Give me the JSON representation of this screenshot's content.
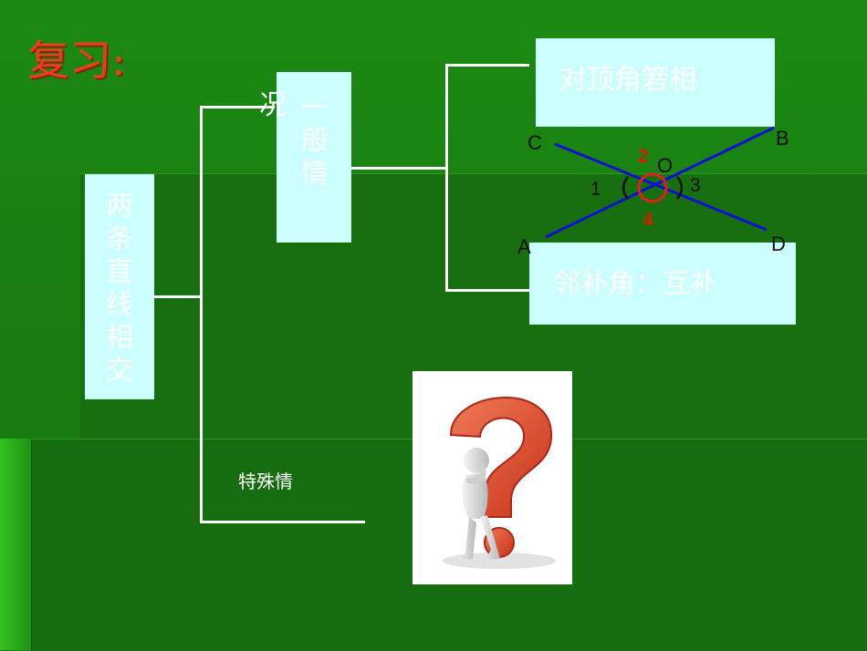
{
  "title": "复习:",
  "root_box": {
    "text": "两条直线相交"
  },
  "general_box": {
    "text": "一般情",
    "side_char": "况"
  },
  "vertical_angles_box": {
    "text": "对顶角箬相"
  },
  "supplementary_box": {
    "text": "邻补角：互补"
  },
  "special_label": "特殊情",
  "figure": {
    "points": [
      "A",
      "B",
      "C",
      "D",
      "O"
    ],
    "angle_numbers": [
      "1",
      "2",
      "3",
      "4"
    ],
    "line_color": "#1010d0",
    "arc_color": "#e02020",
    "accent_color": "#cc2200"
  },
  "colors": {
    "box_fill": "#ccffff",
    "title_color": "#e8401a",
    "connector_color": "#ffffff"
  }
}
